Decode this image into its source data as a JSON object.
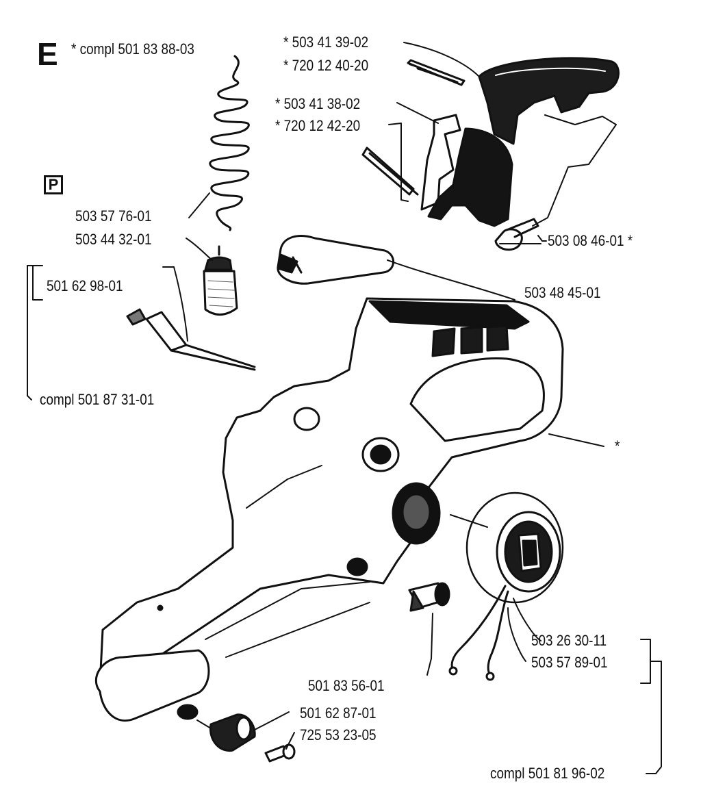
{
  "section_letter": "E",
  "section_marker_p": "P",
  "labels": {
    "compl_e": "* compl 501 83 88-03",
    "p1": "* 503 41 39-02",
    "p2": "* 720 12 40-20",
    "p3": "* 503 41 38-02",
    "p4": "* 720 12 42-20",
    "p5": "503 57 76-01",
    "p6": "503 44 32-01",
    "p7": "503 08 46-01 *",
    "p8": "501 62 98-01",
    "p9": "503 48 45-01",
    "compl_b": "compl 501 87 31-01",
    "star": "*",
    "p10": "503 26 30-11",
    "p11": "503 57 89-01",
    "p12": "501 83 56-01",
    "p13": "501 62 87-01",
    "p14": "725 53 23-05",
    "compl_c": "compl 501 81 96-02"
  }
}
